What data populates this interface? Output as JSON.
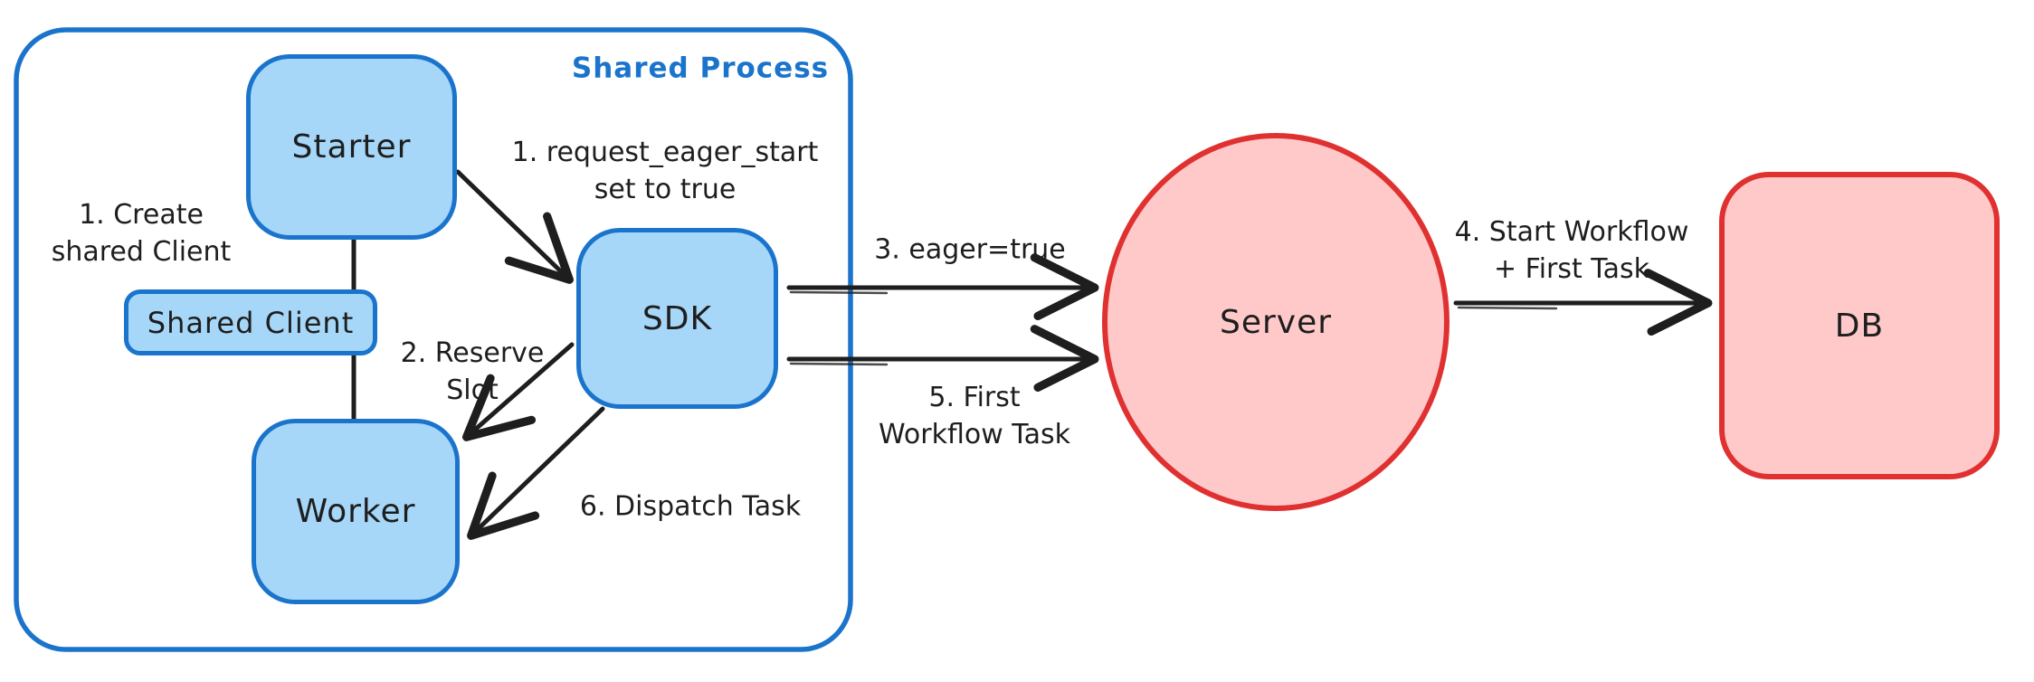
{
  "diagram": {
    "container_label": "Shared Process",
    "nodes": {
      "starter": "Starter",
      "shared_client": "Shared Client",
      "worker": "Worker",
      "sdk": "SDK",
      "server": "Server",
      "db": "DB"
    },
    "annotations": {
      "create_client_line1": "1. Create",
      "create_client_line2": "shared Client",
      "request_eager_line1": "1. request_eager_start",
      "request_eager_line2": "set to true",
      "reserve_slot_line1": "2. Reserve",
      "reserve_slot_line2": "Slot",
      "eager_true": "3. eager=true",
      "start_workflow_line1": "4. Start Workflow",
      "start_workflow_line2": "+ First Task",
      "first_task_line1": "5. First",
      "first_task_line2": "Workflow Task",
      "dispatch_task": "6. Dispatch Task"
    },
    "edges": [
      {
        "from": "Starter",
        "to": "Shared Client",
        "label": "1. Create shared Client"
      },
      {
        "from": "Shared Client",
        "to": "Worker",
        "label": "1. Create shared Client"
      },
      {
        "from": "Starter",
        "to": "SDK",
        "label": "1. request_eager_start set to true"
      },
      {
        "from": "SDK",
        "to": "Worker",
        "label": "2. Reserve Slot"
      },
      {
        "from": "SDK",
        "to": "Server",
        "label": "3. eager=true"
      },
      {
        "from": "Server",
        "to": "DB",
        "label": "4. Start Workflow + First Task"
      },
      {
        "from": "SDK",
        "to": "Server",
        "label": "5. First Workflow Task"
      },
      {
        "from": "SDK",
        "to": "Worker",
        "label": "6. Dispatch Task"
      }
    ],
    "colors": {
      "blue_stroke": "#1b74cc",
      "blue_fill": "#a6d7f8",
      "red_stroke": "#e03131",
      "red_fill": "#ffc9c9",
      "ink": "#1e1e1e",
      "background": "#ffffff"
    }
  }
}
